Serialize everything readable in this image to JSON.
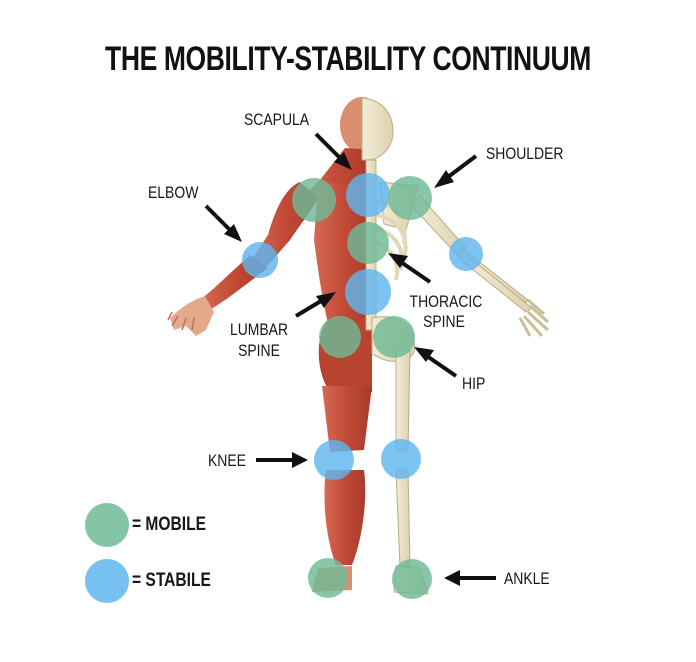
{
  "title": "THE MOBILITY-STABILITY CONTINUUM",
  "labels": {
    "scapula": "SCAPULA",
    "shoulder": "SHOULDER",
    "elbow": "ELBOW",
    "thoracic_spine_line1": "THORACIC",
    "thoracic_spine_line2": "SPINE",
    "lumbar_spine_line1": "LUMBAR",
    "lumbar_spine_line2": "SPINE",
    "hip": "HIP",
    "knee": "KNEE",
    "ankle": "ANKLE"
  },
  "legend": {
    "mobile": "= MOBILE",
    "stabile": "= STABILE"
  },
  "colors": {
    "mobile": "#6fb996",
    "stabile": "#5fb6ef",
    "muscle": "#c8553f",
    "bone": "#ece4c8",
    "arrow": "#111111",
    "title": "#111111"
  }
}
